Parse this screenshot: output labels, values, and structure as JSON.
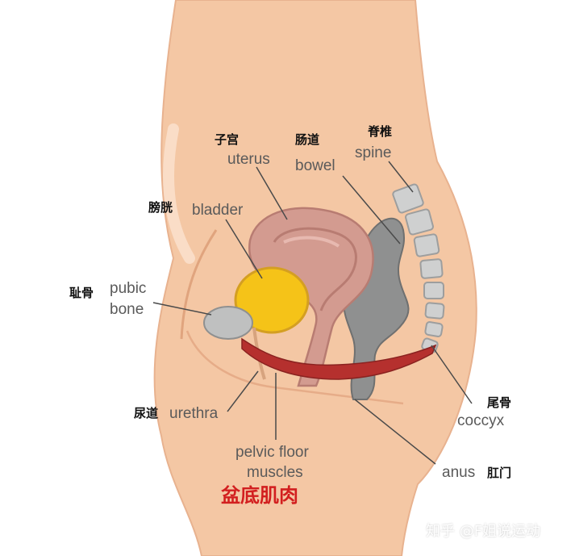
{
  "colors": {
    "skin": "#f4c7a4",
    "skin_edge": "#e2a982",
    "title": "#d21f1f",
    "muscle": "#b5302e",
    "bladder_yellow": "#f5c318",
    "uterus": "#d19a8f",
    "bowel_gray": "#8f9090",
    "spine_gray": "#c9caca"
  },
  "labels": {
    "uterus": {
      "zh": "子宫",
      "en": "uterus"
    },
    "bowel": {
      "zh": "肠道",
      "en": "bowel"
    },
    "spine": {
      "zh": "脊椎",
      "en": "spine"
    },
    "bladder": {
      "zh": "膀胱",
      "en": "bladder"
    },
    "pubic_bone": {
      "zh": "耻骨",
      "en_line1": "pubic",
      "en_line2": "bone"
    },
    "urethra": {
      "zh": "尿道",
      "en": "urethra"
    },
    "pelvic_floor": {
      "en_line1": "pelvic floor",
      "en_line2": "muscles"
    },
    "coccyx": {
      "zh": "尾骨",
      "en": "coccyx"
    },
    "anus": {
      "zh": "肛门",
      "en": "anus"
    }
  },
  "title": "盆底肌肉",
  "watermark": "知乎 @F姐说运动"
}
